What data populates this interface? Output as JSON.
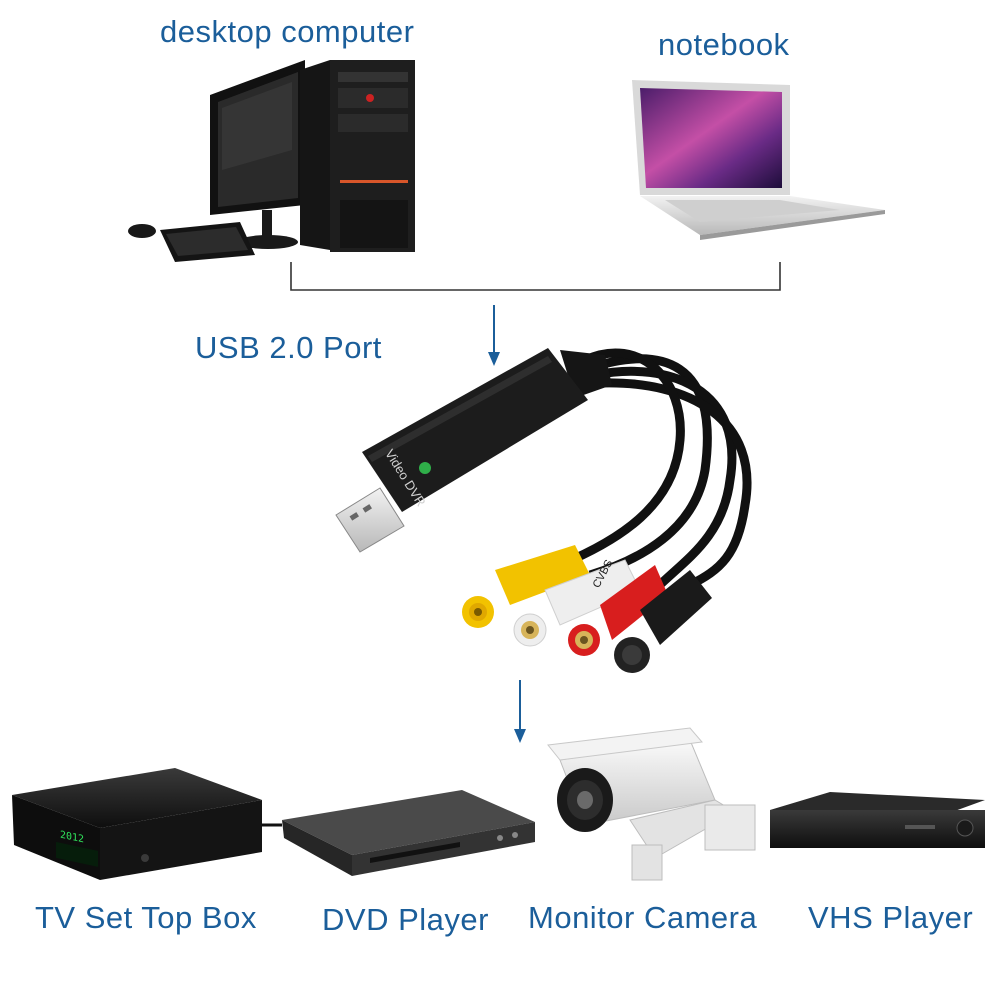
{
  "labels": {
    "desktop": "desktop computer",
    "notebook": "notebook",
    "usb_port": "USB 2.0 Port",
    "tv_box": "TV Set Top Box",
    "dvd": "DVD Player",
    "camera": "Monitor Camera",
    "vhs": "VHS Player"
  },
  "device_text": {
    "dongle": "Video DVR",
    "cable_tag": "CVBS",
    "stb_display": "2012"
  },
  "colors": {
    "label_text": "#1b5e9a",
    "arrow": "#1b5e9a",
    "connector_lines": "#333333",
    "rca_yellow": "#f2c200",
    "rca_white": "#eeeeee",
    "rca_red": "#d81e1e",
    "svideo": "#1a1a1a"
  }
}
